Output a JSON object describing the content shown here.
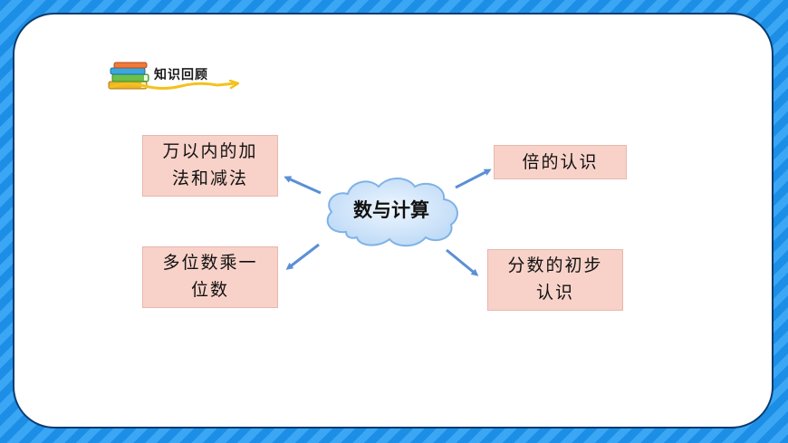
{
  "section": {
    "title": "知识回顾",
    "icon": "books-icon"
  },
  "center": {
    "label": "数与计算",
    "icon": "cloud-icon"
  },
  "topics": [
    {
      "line1": "万以内的加",
      "line2": "法和减法"
    },
    {
      "line1": "多位数乘一",
      "line2": "位数"
    },
    {
      "line1": "倍的认识",
      "line2": ""
    },
    {
      "line1": "分数的初步",
      "line2": "认识"
    }
  ],
  "colors": {
    "background_stripe_dark": "#1c8ee6",
    "background_stripe_light": "#3aa6f4",
    "box_fill": "#f8d2c9",
    "cloud_fill": "#d7e9fb",
    "arrow": "#5b8fd6"
  }
}
